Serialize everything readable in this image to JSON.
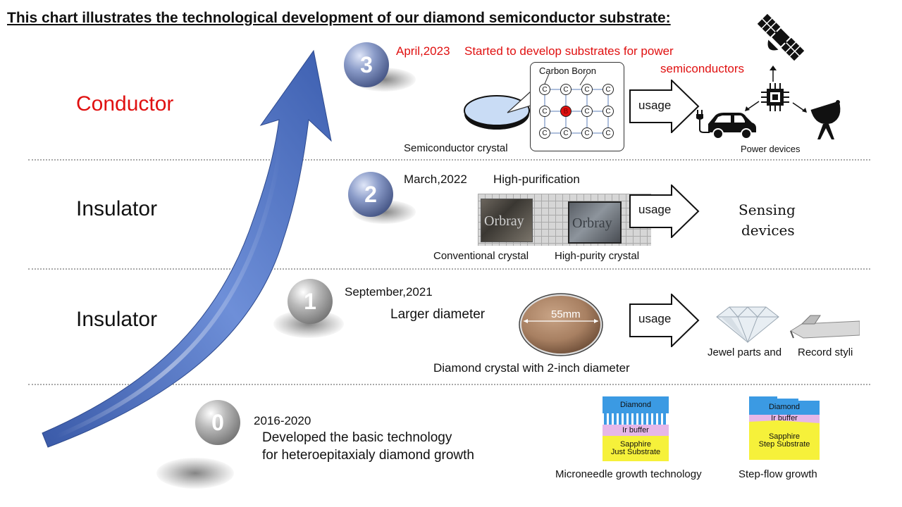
{
  "title": "This chart illustrates the technological development of our diamond semiconductor substrate:",
  "colors": {
    "accent_red": "#e01010",
    "arrow_blue": "#5b7fc8",
    "divider": "#a9a9a9"
  },
  "levels": {
    "conductor": "Conductor",
    "insulator_2": "Insulator",
    "insulator_1": "Insulator"
  },
  "stage3": {
    "number": "3",
    "date": "April,2023",
    "desc_line1": "Started to develop substrates for power",
    "desc_line2": "semiconductors",
    "lattice_label": "Carbon Boron",
    "atom_carbon": "C",
    "atom_boron": "B",
    "crystal_caption": "Semiconductor crystal",
    "usage": "usage",
    "power_caption": "Power devices",
    "icons": [
      "satellite-icon",
      "chip-icon",
      "car-icon",
      "plug-icon",
      "antenna-icon"
    ]
  },
  "stage2": {
    "number": "2",
    "date": "March,2022",
    "label": "High-purification",
    "brand": "Orbray",
    "caption_conventional": "Conventional crystal",
    "caption_high": "High-purity crystal",
    "usage": "usage",
    "sensing_line1": "Sensing",
    "sensing_line2": "devices"
  },
  "stage1": {
    "number": "1",
    "date": "September,2021",
    "label": "Larger diameter",
    "size_label": "55mm",
    "caption": "Diamond crystal with 2-inch diameter",
    "usage": "usage",
    "jewel_caption": "Jewel parts and",
    "record_caption": "Record styli"
  },
  "stage0": {
    "number": "0",
    "date": "2016-2020",
    "desc_line1": "Developed the basic technology",
    "desc_line2": "for heteroepitaxialy diamond growth",
    "micro": {
      "diamond": "Diamond",
      "ir": "Ir  buffer",
      "sapphire": "Sapphire\nJust Substrate",
      "caption": "Microneedle growth technology"
    },
    "step": {
      "diamond": "Diamond",
      "ir": "Ir buffer",
      "sapphire": "Sapphire\nStep Substrate",
      "caption": "Step-flow growth"
    }
  }
}
